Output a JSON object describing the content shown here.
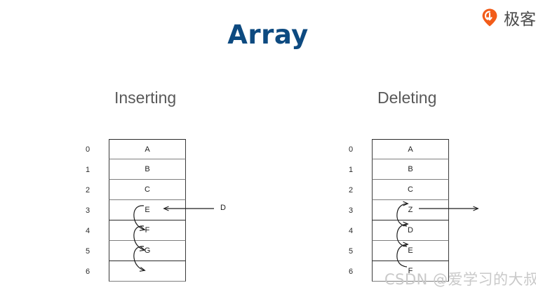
{
  "page": {
    "title": "Array",
    "title_color": "#0d4a80",
    "background": "#ffffff"
  },
  "logo": {
    "icon": "geekbang-location-pin-icon",
    "brand_text": "极客",
    "accent_color": "#f25c19"
  },
  "sections": [
    {
      "id": "inserting",
      "heading": "Inserting",
      "external_label": "D",
      "external_arrow_direction": "left",
      "shift_direction": "down",
      "rows": [
        {
          "index": "0",
          "value": "A"
        },
        {
          "index": "1",
          "value": "B"
        },
        {
          "index": "2",
          "value": "C"
        },
        {
          "index": "3",
          "value": "E"
        },
        {
          "index": "4",
          "value": "F"
        },
        {
          "index": "5",
          "value": "G"
        },
        {
          "index": "6",
          "value": ""
        }
      ]
    },
    {
      "id": "deleting",
      "heading": "Deleting",
      "external_label": "",
      "external_arrow_direction": "right",
      "shift_direction": "up",
      "rows": [
        {
          "index": "0",
          "value": "A"
        },
        {
          "index": "1",
          "value": "B"
        },
        {
          "index": "2",
          "value": "C"
        },
        {
          "index": "3",
          "value": "Z"
        },
        {
          "index": "4",
          "value": "D"
        },
        {
          "index": "5",
          "value": "E"
        },
        {
          "index": "6",
          "value": "F"
        }
      ]
    }
  ],
  "watermark": {
    "text": "CSDN @爱学习的大叔"
  }
}
